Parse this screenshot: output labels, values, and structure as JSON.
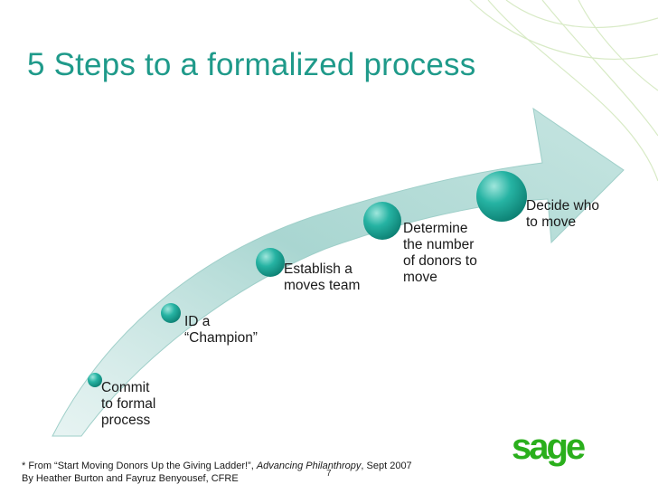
{
  "title": "5 Steps to a formalized process",
  "steps": [
    {
      "label": "Commit\nto formal\nprocess"
    },
    {
      "label": "ID a\n“Champion”"
    },
    {
      "label": "Establish a\nmoves team"
    },
    {
      "label": "Determine\nthe number\nof donors to\nmove"
    },
    {
      "label": "Decide who\nto move"
    }
  ],
  "footnote": {
    "prefix": "* From “Start Moving Donors Up the Giving Ladder!”, ",
    "publication": "Advancing Philanthropy",
    "suffix": ", Sept 2007",
    "authors": "By Heather Burton and Fayruz Benyousef, CFRE"
  },
  "page_number": "7",
  "logo_text": "sage",
  "colors": {
    "title": "#1f9a8a",
    "arrow": "#9fd0cc",
    "bubble": "#17a596",
    "logo": "#2aaf1c"
  }
}
